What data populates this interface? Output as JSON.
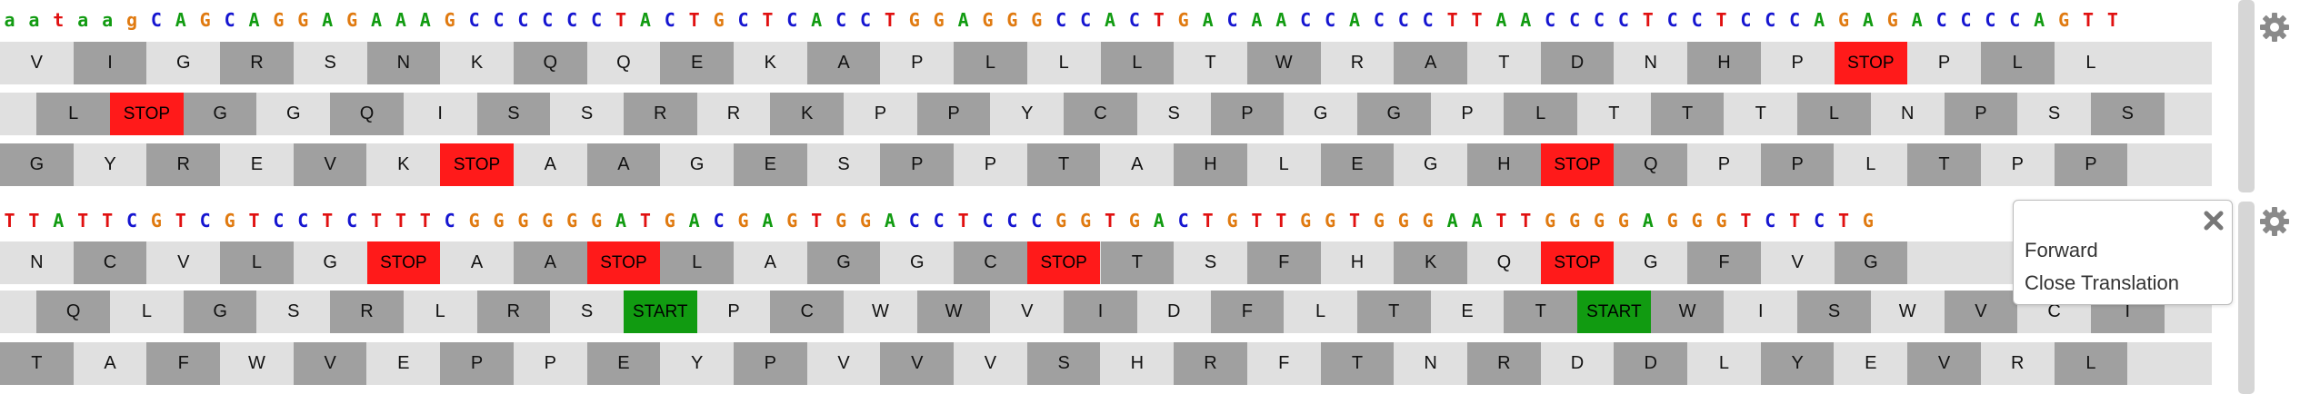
{
  "colors": {
    "A": "#119b11",
    "C": "#1515d0",
    "G": "#e07a10",
    "T": "#e01010",
    "track": "#e0e0e0",
    "dark": "#a0a0a0",
    "stop": "#ff1a1a",
    "start": "#119b11"
  },
  "panels": [
    {
      "name": "panel-top",
      "sequence": "aataagCAGCAGGAGAAAGCCCCCCTACTGCTCACCTGGAGGGCCACTGACAACCACCCTTAACCCCTCCTCCCAGAGACCCCAGTT",
      "frames": [
        {
          "offset": 0,
          "codons": [
            "V",
            "I",
            "G",
            "R",
            "S",
            "N",
            "K",
            "Q",
            "Q",
            "E",
            "K",
            "A",
            "P",
            "L",
            "L",
            "L",
            "T",
            "W",
            "R",
            "A",
            "T",
            "D",
            "N",
            "H",
            "P",
            "STOP",
            "P",
            "L",
            "L"
          ]
        },
        {
          "offset": -0.5,
          "codons": [
            "",
            "L",
            "STOP",
            "G",
            "G",
            "Q",
            "I",
            "S",
            "S",
            "R",
            "R",
            "K",
            "P",
            "P",
            "Y",
            "C",
            "S",
            "P",
            "G",
            "G",
            "P",
            "L",
            "T",
            "T",
            "T",
            "L",
            "N",
            "P",
            "S",
            "S"
          ]
        },
        {
          "offset": -1,
          "codons": [
            "",
            "G",
            "Y",
            "R",
            "E",
            "V",
            "K",
            "STOP",
            "A",
            "A",
            "G",
            "E",
            "S",
            "P",
            "P",
            "T",
            "A",
            "H",
            "L",
            "E",
            "G",
            "H",
            "STOP",
            "Q",
            "P",
            "P",
            "L",
            "T",
            "P",
            "P"
          ]
        }
      ]
    },
    {
      "name": "panel-bottom",
      "sequence": "TTATTCGTCGTCCTCTTTCGGGGGGATGACGAGTGGACCTCCCGGTGACTGTTGGTGGGAATTGGGGAGGGTCTCTG",
      "frames": [
        {
          "offset": 0,
          "codons": [
            "N",
            "C",
            "V",
            "L",
            "G",
            "STOP",
            "A",
            "A",
            "STOP",
            "L",
            "A",
            "G",
            "G",
            "C",
            "STOP",
            "T",
            "S",
            "F",
            "H",
            "K",
            "Q",
            "STOP",
            "G",
            "F",
            "V",
            "G"
          ]
        },
        {
          "offset": -0.5,
          "codons": [
            "",
            "Q",
            "L",
            "G",
            "S",
            "R",
            "L",
            "R",
            "S",
            "START",
            "P",
            "C",
            "W",
            "W",
            "V",
            "I",
            "D",
            "F",
            "L",
            "T",
            "E",
            "T",
            "START",
            "W",
            "I",
            "S",
            "W",
            "V",
            "C",
            "I"
          ]
        },
        {
          "offset": -1,
          "codons": [
            "",
            "T",
            "A",
            "F",
            "W",
            "V",
            "E",
            "P",
            "P",
            "E",
            "Y",
            "P",
            "V",
            "V",
            "V",
            "S",
            "H",
            "R",
            "F",
            "T",
            "N",
            "R",
            "D",
            "D",
            "L",
            "Y",
            "E",
            "V",
            "R",
            "L"
          ]
        }
      ]
    }
  ],
  "menu": {
    "forward_label": "Forward",
    "close_label": "Close Translation"
  },
  "icons": {
    "settings": "gear-icon",
    "close": "close-icon"
  }
}
